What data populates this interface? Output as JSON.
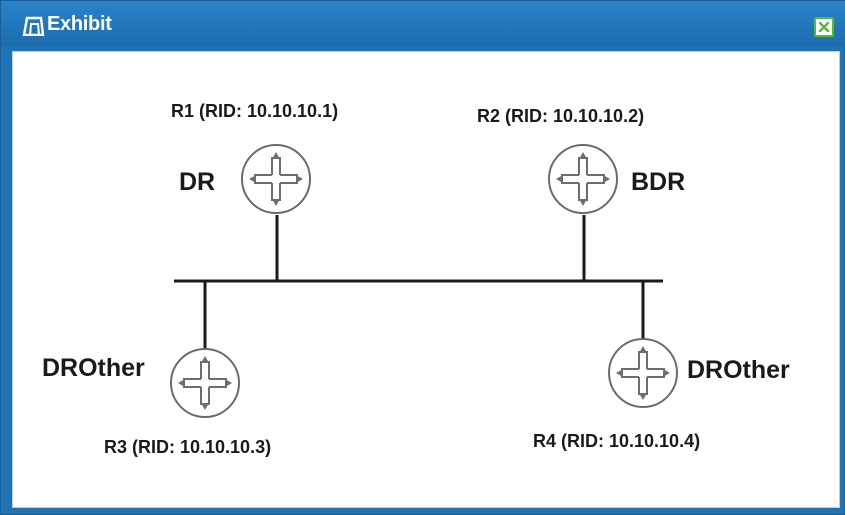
{
  "window": {
    "title": "Exhibit",
    "title_icon": "exhibit-icon",
    "close_icon": "close-icon",
    "accent_color": "#1f74b8",
    "close_color": "#58b83a"
  },
  "diagram": {
    "routers": [
      {
        "id": "r1",
        "label": "R1 (RID: 10.10.10.1)",
        "role": "DR",
        "icon": "router-icon"
      },
      {
        "id": "r2",
        "label": "R2 (RID: 10.10.10.2)",
        "role": "BDR",
        "icon": "router-icon"
      },
      {
        "id": "r3",
        "label": "R3 (RID: 10.10.10.3)",
        "role": "DROther",
        "icon": "router-icon"
      },
      {
        "id": "r4",
        "label": "R4 (RID: 10.10.10.4)",
        "role": "DROther",
        "icon": "router-icon"
      }
    ]
  }
}
